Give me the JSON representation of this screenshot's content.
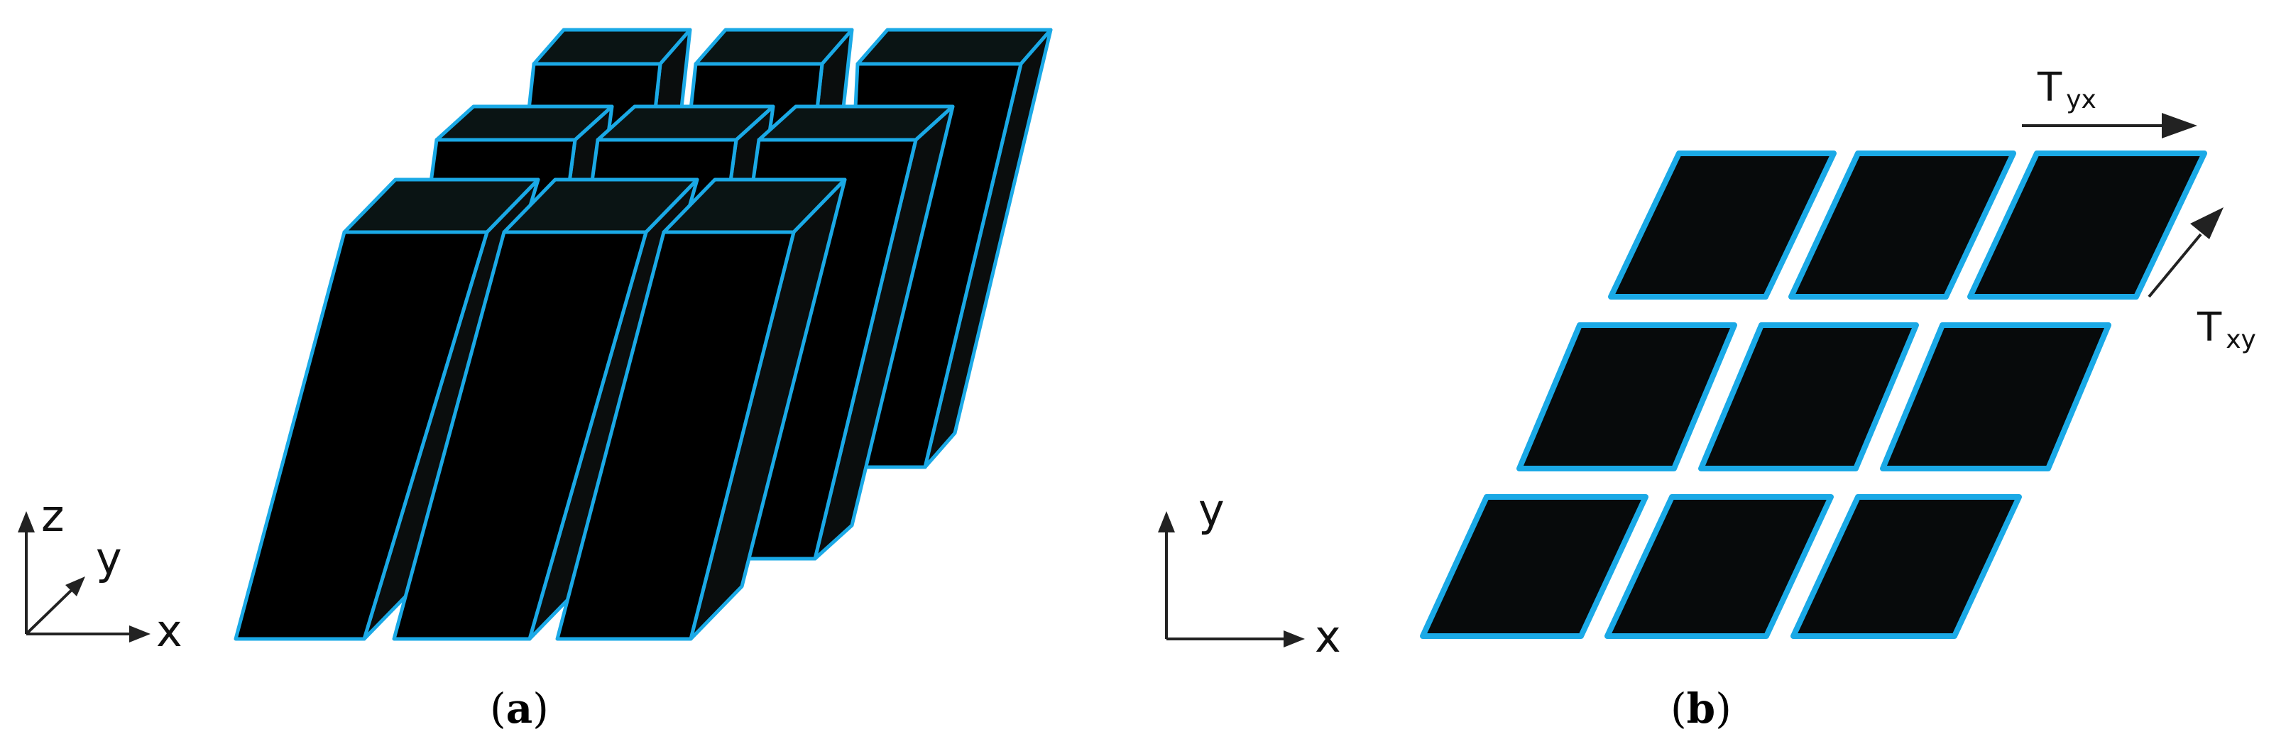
{
  "panel_a": {
    "caption_open": "(",
    "caption_letter": "a",
    "caption_close": ")",
    "axis_z": "z",
    "axis_y": "y",
    "axis_x": "x"
  },
  "panel_b": {
    "caption_open": "(",
    "caption_letter": "b",
    "caption_close": ")",
    "axis_y": "y",
    "axis_x": "x",
    "shear_yx_main": "T",
    "shear_yx_sub": "yx",
    "shear_xy_main": "T",
    "shear_xy_sub": "xy"
  },
  "colors": {
    "fill": "#000000",
    "edge": "#1aa9e6",
    "background": "#ffffff"
  }
}
